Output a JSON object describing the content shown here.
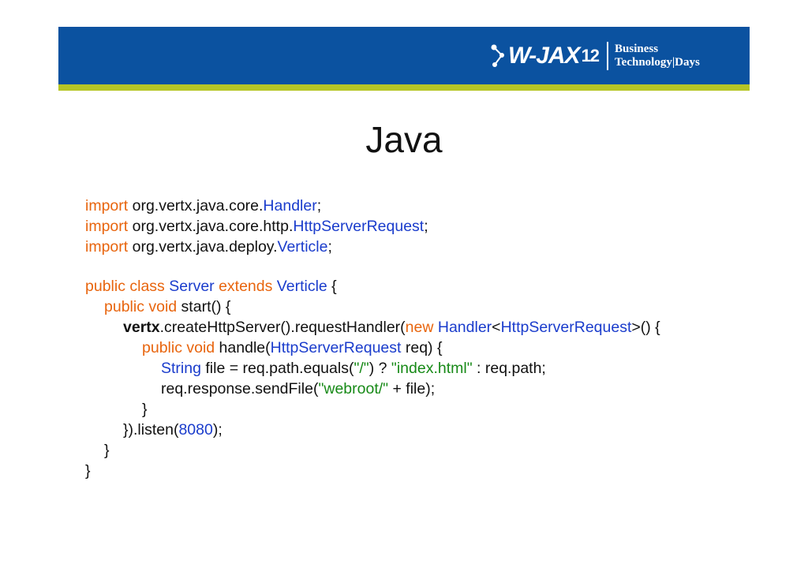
{
  "header": {
    "logo_brand": "W-JAX",
    "logo_year": "12",
    "tagline_line1": "Business",
    "tagline_line2": "Technology|Days",
    "colors": {
      "band": "#0b52a0",
      "stripe": "#b6c525"
    }
  },
  "slide": {
    "title": "Java"
  },
  "code": {
    "colors": {
      "keyword": "#e8650e",
      "type": "#1a3ccc",
      "string": "#178a17",
      "plain": "#111111"
    },
    "lines": [
      {
        "indent": 0,
        "tokens": [
          {
            "t": "kw",
            "v": "import"
          },
          {
            "t": "pl",
            "v": " org.vertx.java.core."
          },
          {
            "t": "ty",
            "v": "Handler"
          },
          {
            "t": "pl",
            "v": ";"
          }
        ]
      },
      {
        "indent": 0,
        "tokens": [
          {
            "t": "kw",
            "v": "import"
          },
          {
            "t": "pl",
            "v": " org.vertx.java.core.http."
          },
          {
            "t": "ty",
            "v": "HttpServerRequest"
          },
          {
            "t": "pl",
            "v": ";"
          }
        ]
      },
      {
        "indent": 0,
        "tokens": [
          {
            "t": "kw",
            "v": "import"
          },
          {
            "t": "pl",
            "v": " org.vertx.java.deploy."
          },
          {
            "t": "ty",
            "v": "Verticle"
          },
          {
            "t": "pl",
            "v": ";"
          }
        ]
      },
      {
        "indent": 0,
        "blank": true,
        "tokens": []
      },
      {
        "indent": 0,
        "tokens": [
          {
            "t": "kw",
            "v": "public class "
          },
          {
            "t": "ty",
            "v": "Server"
          },
          {
            "t": "kw",
            "v": " extends "
          },
          {
            "t": "ty",
            "v": "Verticle"
          },
          {
            "t": "pl",
            "v": " {"
          }
        ]
      },
      {
        "indent": 1,
        "tokens": [
          {
            "t": "kw",
            "v": "public void"
          },
          {
            "t": "pl",
            "v": " start() {"
          }
        ]
      },
      {
        "indent": 2,
        "tokens": [
          {
            "t": "bd",
            "v": "vertx"
          },
          {
            "t": "pl",
            "v": ".createHttpServer().requestHandler("
          },
          {
            "t": "kw",
            "v": "new "
          },
          {
            "t": "ty",
            "v": "Handler"
          },
          {
            "t": "pl",
            "v": "<"
          },
          {
            "t": "ty",
            "v": "HttpServerRequest"
          },
          {
            "t": "pl",
            "v": ">() {"
          }
        ]
      },
      {
        "indent": 3,
        "tokens": [
          {
            "t": "kw",
            "v": "public void"
          },
          {
            "t": "pl",
            "v": " handle("
          },
          {
            "t": "ty",
            "v": "HttpServerRequest"
          },
          {
            "t": "pl",
            "v": " req) {"
          }
        ]
      },
      {
        "indent": 4,
        "tokens": [
          {
            "t": "ty",
            "v": "String"
          },
          {
            "t": "pl",
            "v": " file = req.path.equals("
          },
          {
            "t": "st",
            "v": "\"/\""
          },
          {
            "t": "pl",
            "v": ") ? "
          },
          {
            "t": "st",
            "v": "\"index.html\""
          },
          {
            "t": "pl",
            "v": " : req.path;"
          }
        ]
      },
      {
        "indent": 4,
        "tokens": [
          {
            "t": "pl",
            "v": "req.response.sendFile("
          },
          {
            "t": "st",
            "v": "\"webroot/\""
          },
          {
            "t": "pl",
            "v": " + file);"
          }
        ]
      },
      {
        "indent": 3,
        "tokens": [
          {
            "t": "pl",
            "v": "}"
          }
        ]
      },
      {
        "indent": 2,
        "tokens": [
          {
            "t": "pl",
            "v": "}).listen("
          },
          {
            "t": "ty",
            "v": "8080"
          },
          {
            "t": "pl",
            "v": ");"
          }
        ]
      },
      {
        "indent": 1,
        "tokens": [
          {
            "t": "pl",
            "v": "}"
          }
        ]
      },
      {
        "indent": 0,
        "tokens": [
          {
            "t": "pl",
            "v": "}"
          }
        ]
      }
    ]
  }
}
